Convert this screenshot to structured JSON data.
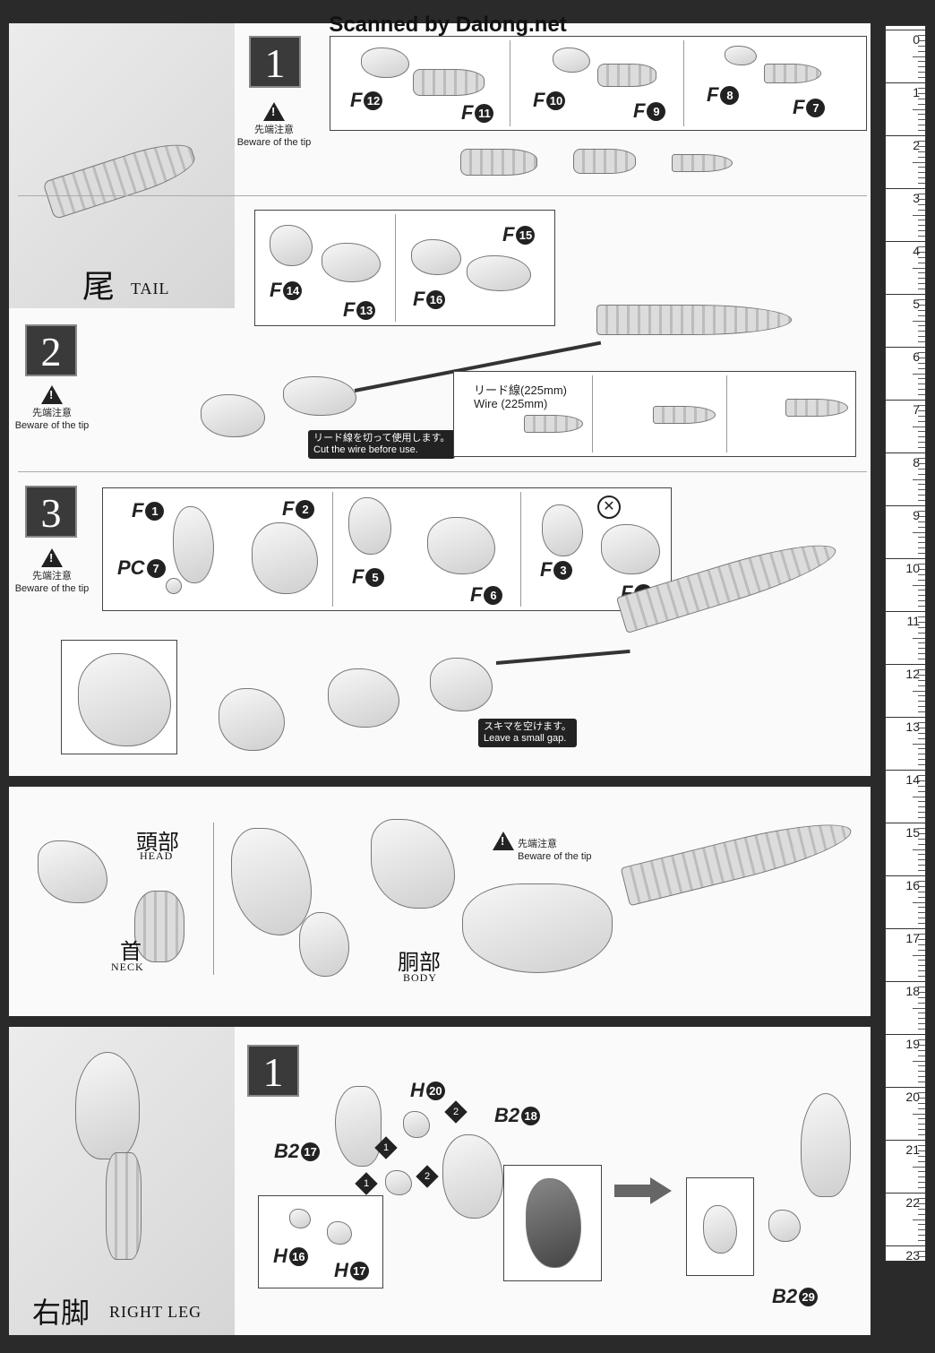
{
  "watermark": "Scanned by Dalong.net",
  "caution": {
    "jp": "先端注意",
    "en": "Beware of the tip"
  },
  "tail": {
    "title_jp": "尾",
    "title_en": "TAIL",
    "step1": {
      "number": "1",
      "parts": [
        {
          "code": "F",
          "n": "12"
        },
        {
          "code": "F",
          "n": "11"
        },
        {
          "code": "F",
          "n": "10"
        },
        {
          "code": "F",
          "n": "9"
        },
        {
          "code": "F",
          "n": "8"
        },
        {
          "code": "F",
          "n": "7"
        }
      ]
    },
    "step2": {
      "number": "2",
      "parts": [
        {
          "code": "F",
          "n": "15"
        },
        {
          "code": "F",
          "n": "14"
        },
        {
          "code": "F",
          "n": "13"
        },
        {
          "code": "F",
          "n": "16"
        }
      ],
      "wire_jp": "リード線(225mm)",
      "wire_en": "Wire (225mm)",
      "cut_jp": "リード線を切って使用します。",
      "cut_en": "Cut the wire before use."
    },
    "step3": {
      "number": "3",
      "parts": [
        {
          "code": "F",
          "n": "1"
        },
        {
          "code": "F",
          "n": "2"
        },
        {
          "code": "PC",
          "n": "7"
        },
        {
          "code": "F",
          "n": "5"
        },
        {
          "code": "F",
          "n": "6"
        },
        {
          "code": "F",
          "n": "3"
        },
        {
          "code": "F",
          "n": "4"
        }
      ],
      "gap_jp": "スキマを空けます。",
      "gap_en": "Leave a small gap."
    }
  },
  "assembly": {
    "head_jp": "頭部",
    "head_en": "HEAD",
    "neck_jp": "首",
    "neck_en": "NECK",
    "body_jp": "胴部",
    "body_en": "BODY"
  },
  "right_leg": {
    "title_jp": "右脚",
    "title_en": "RIGHT LEG",
    "step1": {
      "number": "1",
      "parts": [
        {
          "code": "H",
          "n": "20"
        },
        {
          "code": "B2",
          "n": "18"
        },
        {
          "code": "B2",
          "n": "17"
        },
        {
          "code": "H",
          "n": "16"
        },
        {
          "code": "H",
          "n": "17"
        },
        {
          "code": "B2",
          "n": "29"
        }
      ],
      "order": [
        "1",
        "2",
        "1",
        "2"
      ]
    }
  },
  "ruler": [
    "0",
    "1",
    "2",
    "3",
    "4",
    "5",
    "6",
    "7",
    "8",
    "9",
    "10",
    "11",
    "12",
    "13",
    "14",
    "15",
    "16",
    "17",
    "18",
    "19",
    "20",
    "21",
    "22",
    "23"
  ]
}
